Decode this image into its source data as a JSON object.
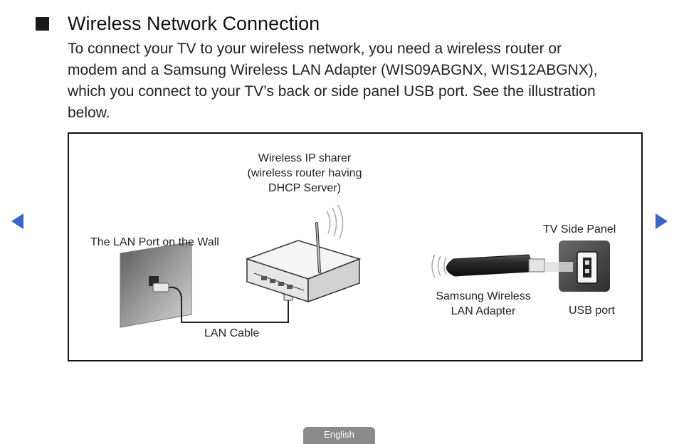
{
  "section": {
    "title": "Wireless Network Connection",
    "paragraph_lines": [
      "To connect your TV to your wireless network, you need a wireless router or",
      "modem and a Samsung Wireless LAN Adapter (WIS09ABGNX, WIS12ABGNX),",
      "which you connect to your TV’s back or side panel USB port. See the illustration",
      "below."
    ]
  },
  "figure": {
    "router_label_lines": [
      "Wireless IP sharer",
      "(wireless router having",
      "DHCP Server)"
    ],
    "wall_port_label": "The LAN Port on the Wall",
    "lan_cable_label": "LAN Cable",
    "tv_side_panel_label": "TV Side Panel",
    "adapter_label_lines": [
      "Samsung Wireless",
      "LAN Adapter"
    ],
    "usb_port_label": "USB port"
  },
  "navigation": {
    "previous_icon": "triangle-left",
    "next_icon": "triangle-right",
    "arrow_color": "#3a66c8"
  },
  "footer": {
    "language_label": "English"
  }
}
